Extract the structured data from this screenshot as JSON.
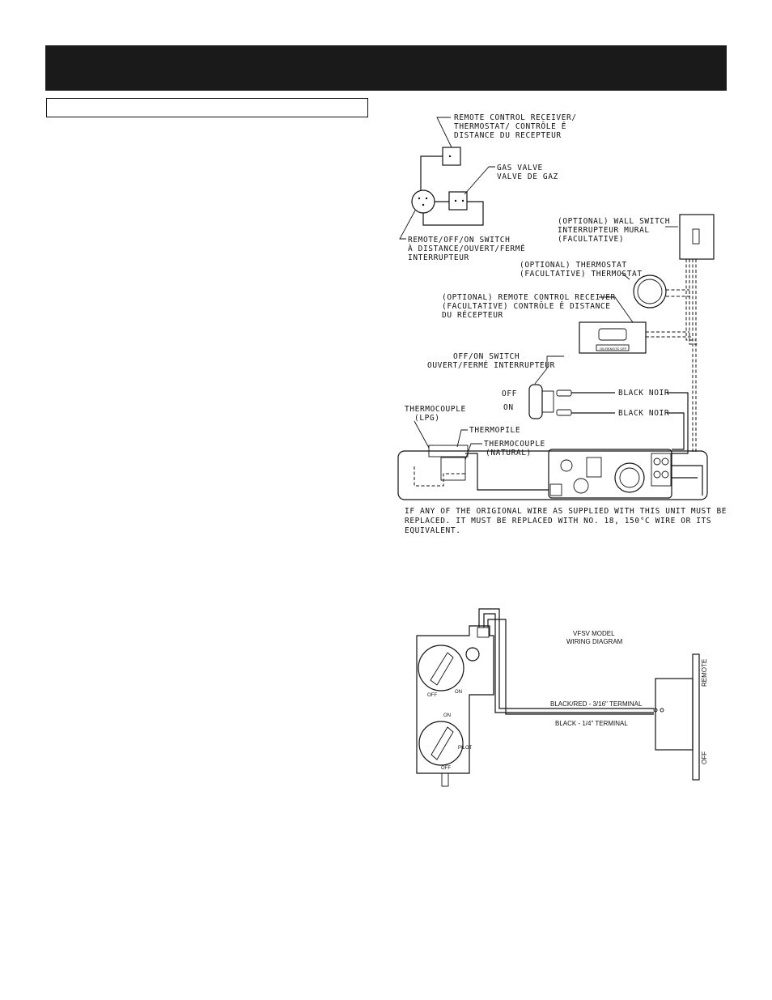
{
  "header": {
    "title": ""
  },
  "section": {
    "heading": ""
  },
  "diagram1": {
    "receiver_label": [
      "REMOTE CONTROL RECEIVER/",
      "THERMOSTAT/ CONTRÔLE Ê",
      "DISTANCE DU RECEPTEUR"
    ],
    "gas_valve_label": [
      "GAS VALVE",
      "VALVE DE GAZ"
    ],
    "switch_label": [
      "REMOTE/OFF/ON SWITCH",
      "À DISTANCE/OUVERT/FERMÉ",
      "INTERRUPTEUR"
    ]
  },
  "diagram2": {
    "wall_switch_label": [
      "(OPTIONAL) WALL SWITCH",
      "INTERRUPTEUR MURAL",
      "(FACULTATIVE)"
    ],
    "thermostat_label": [
      "(OPTIONAL) THERMOSTAT",
      "(FACULTATIVE) THERMOSTAT"
    ],
    "remote_receiver_label": [
      "(OPTIONAL) REMOTE CONTROL RECEIVER",
      "(FACULTATIVE) CONTRÔLE Ê DISTANCE",
      "DU RÉCEPTEUR"
    ],
    "offon_switch_label": [
      "OFF/ON SWITCH",
      "OUVERT/FERMÉ INTERRUPTEUR"
    ],
    "off_text": "OFF",
    "on_text": "ON",
    "black_noir_1": "BLACK NOIR",
    "black_noir_2": "BLACK NOIR",
    "thermocouple_lpg_label": [
      "THERMOCOUPLE",
      "(LPG)"
    ],
    "thermopile_label": "THERMOPILE",
    "thermocouple_nat_label": [
      "THERMOCOUPLE",
      "(NATURAL)"
    ],
    "warning_text": [
      "IF ANY OF THE ORIGIONAL WIRE AS SUPPLIED WITH THIS UNIT MUST BE",
      "REPLACED. IT MUST BE REPLACED WITH NO. 18, 150°C WIRE OR ITS",
      "EQUIVALENT."
    ]
  },
  "diagram3": {
    "title": [
      "VFSV MODEL",
      "WIRING DIAGRAM"
    ],
    "wire1": "BLACK/RED - 3/16\" TERMINAL",
    "wire2": "BLACK - 1/4\" TERMINAL",
    "remote": "REMOTE",
    "off": "OFF",
    "knob1_a": "OFF",
    "knob1_b": "ON",
    "knob2_a": "ON",
    "knob2_b": "PILOT",
    "knob2_c": "OFF"
  }
}
